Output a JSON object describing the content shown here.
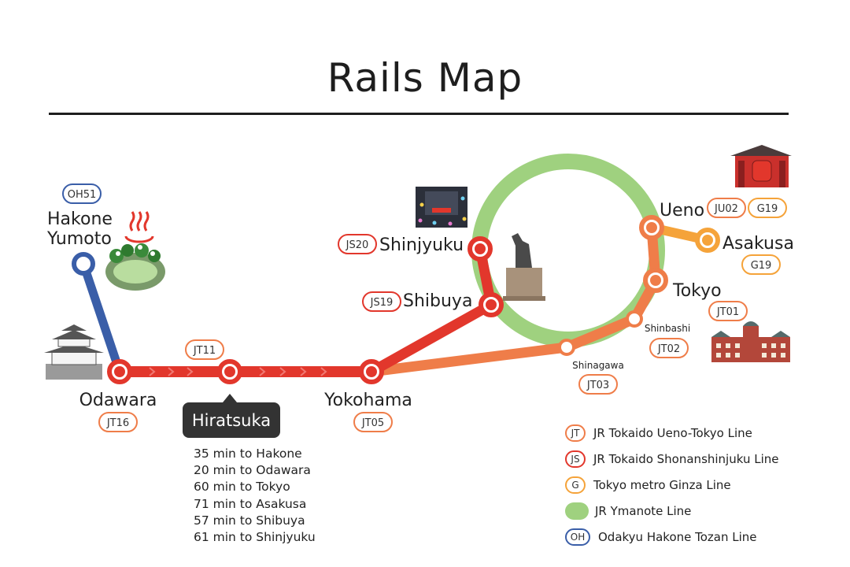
{
  "title": "Rails Map",
  "colors": {
    "jt": "#ef7d49",
    "js": "#e2372c",
    "g": "#f5a33a",
    "jy": "#9fd17f",
    "oh": "#3a5ea8"
  },
  "stations": {
    "hakone_line1": "Hakone",
    "hakone_line2": "Yumoto",
    "hakone_code": "OH51",
    "odawara": "Odawara",
    "odawara_code": "JT16",
    "hiratsuka": "Hiratsuka",
    "hiratsuka_code": "JT11",
    "yokohama": "Yokohama",
    "yokohama_code": "JT05",
    "shinagawa": "Shinagawa",
    "shinagawa_code": "JT03",
    "shinbashi": "Shinbashi",
    "shinbashi_code": "JT02",
    "tokyo": "Tokyo",
    "tokyo_code": "JT01",
    "ueno": "Ueno",
    "ueno_code1": "JU02",
    "ueno_code2": "G19",
    "asakusa": "Asakusa",
    "asakusa_code": "G19",
    "shibuya": "Shibuya",
    "shibuya_code": "JS19",
    "shinjyuku": "Shinjyuku",
    "shinjyuku_code": "JS20"
  },
  "hiratsuka_info": [
    "35 min to Hakone",
    "20 min to Odawara",
    "60 min to Tokyo",
    "71 min to Asakusa",
    "57 min to Shibuya",
    "61 min to Shinjyuku"
  ],
  "legend": [
    {
      "code": "JT",
      "label": "JR Tokaido Ueno-Tokyo Line"
    },
    {
      "code": "JS",
      "label": "JR Tokaido Shonanshinjuku Line"
    },
    {
      "code": "G",
      "label": "Tokyo metro Ginza Line"
    },
    {
      "code": "",
      "label": "JR Ymanote Line"
    },
    {
      "code": "OH",
      "label": "Odakyu Hakone Tozan Line"
    }
  ]
}
